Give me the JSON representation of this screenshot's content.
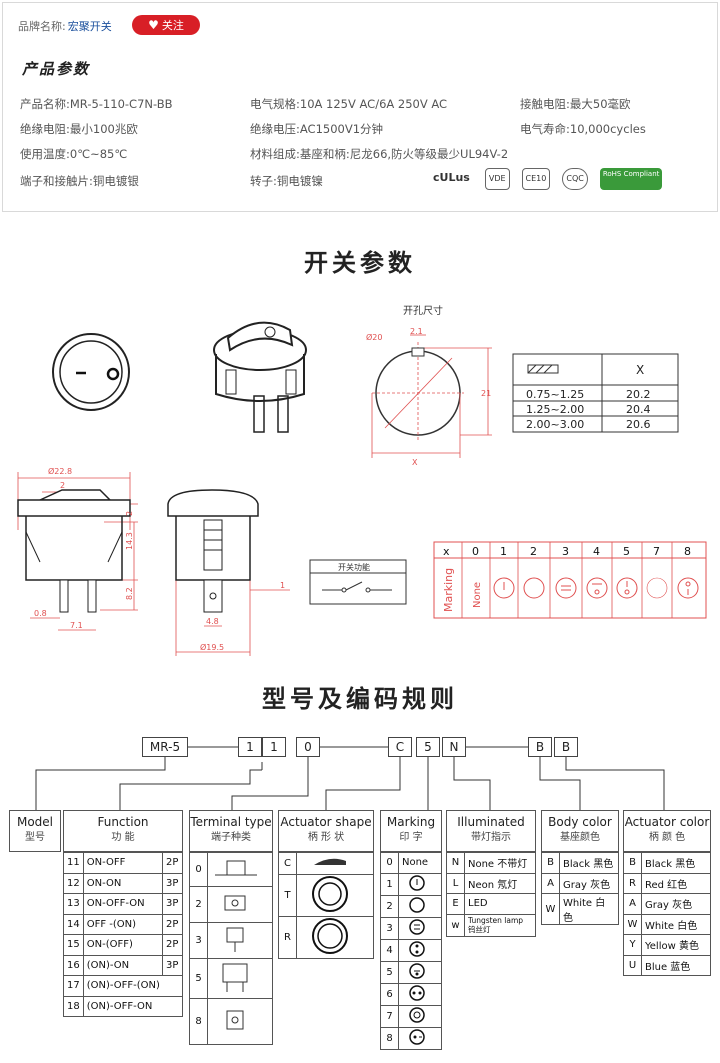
{
  "header": {
    "brand_label": "品牌名称:",
    "brand_value": "宏聚开关",
    "follow_label": "关注"
  },
  "params_title": "产品参数",
  "params": [
    [
      "产品名称:MR-5-110-C7N-BB",
      "电气规格:10A  125V  AC/6A 250V  AC",
      "接触电阻:最大50毫欧"
    ],
    [
      "绝缘电阻:最小100兆欧",
      "绝缘电压:AC1500V1分钟",
      "电气寿命:10,000cycles"
    ],
    [
      "使用温度:0℃~85℃",
      "材料组成:基座和柄:尼龙66,防火等级最少UL94V-2",
      ""
    ],
    [
      "端子和接触片:铜电镀银",
      "转子:铜电镀镍",
      ""
    ]
  ],
  "certs": [
    "cULus",
    "VDE",
    "CE10",
    "CQC",
    "RoHS Compliant"
  ],
  "switch_title": "开关参数",
  "drawing": {
    "hole_label": "开孔尺寸",
    "dim_d20": "Ø20",
    "dim_21": "2.1",
    "dim_21v": "21",
    "dim_x": "X",
    "x_table_header": "X",
    "x_table_rows": [
      [
        "0.75~1.25",
        "20.2"
      ],
      [
        "1.25~2.00",
        "20.4"
      ],
      [
        "2.00~3.00",
        "20.6"
      ]
    ],
    "dim_228": "Ø22.8",
    "dim_2": "2",
    "dim_143": "14.3",
    "dim_2v": "2",
    "dim_82": "8.2",
    "dim_08": "0.8",
    "dim_71": "7.1",
    "dim_48": "4.8",
    "dim_195": "Ø19.5",
    "dim_1": "1",
    "function_label": "开关功能",
    "marking_header": [
      "x",
      "0",
      "1",
      "2",
      "3",
      "4",
      "5",
      "7",
      "8"
    ],
    "marking_label": "Marking",
    "marking_none": "None"
  },
  "code_title": "型号及编码规则",
  "code_boxes": [
    "MR-5",
    "1",
    "1",
    "0",
    "C",
    "5",
    "N",
    "B",
    "B"
  ],
  "columns": {
    "model": {
      "en": "Model",
      "zh": "型号"
    },
    "function": {
      "en": "Function",
      "zh": "功  能",
      "rows": [
        [
          "11",
          "ON-OFF",
          "2P"
        ],
        [
          "12",
          "ON-ON",
          "3P"
        ],
        [
          "13",
          "ON-OFF-ON",
          "3P"
        ],
        [
          "14",
          "OFF -(ON)",
          "2P"
        ],
        [
          "15",
          "ON-(OFF)",
          "2P"
        ],
        [
          "16",
          "(ON)-ON",
          "3P"
        ],
        [
          "17",
          "(ON)-OFF-(ON)",
          ""
        ],
        [
          "18",
          "(ON)-OFF-ON",
          ""
        ]
      ]
    },
    "terminal": {
      "en": "Terminal type",
      "zh": "端子种类",
      "rows": [
        "0",
        "2",
        "3",
        "5",
        "8"
      ]
    },
    "actuator": {
      "en": "Actuator shape",
      "zh": "柄 形 状",
      "rows": [
        "C",
        "T",
        "R"
      ]
    },
    "marking": {
      "en": "Marking",
      "zh": "印  字",
      "rows": [
        [
          "0",
          "None"
        ],
        [
          "1",
          ""
        ],
        [
          "2",
          ""
        ],
        [
          "3",
          ""
        ],
        [
          "4",
          ""
        ],
        [
          "5",
          ""
        ],
        [
          "6",
          ""
        ],
        [
          "7",
          ""
        ],
        [
          "8",
          ""
        ]
      ]
    },
    "illuminated": {
      "en": "Illuminated",
      "zh": "带灯指示",
      "rows": [
        [
          "N",
          "None  不带灯"
        ],
        [
          "L",
          "Neon   氖灯"
        ],
        [
          "E",
          "LED"
        ],
        [
          "w",
          "Tungsten lamp 钨丝灯"
        ]
      ]
    },
    "body": {
      "en": "Body color",
      "zh": "基座颜色",
      "rows": [
        [
          "B",
          "Black 黑色"
        ],
        [
          "A",
          "Gray 灰色"
        ],
        [
          "W",
          "White 白色"
        ]
      ]
    },
    "actuator_color": {
      "en": "Actuator color",
      "zh": "柄 颜 色",
      "rows": [
        [
          "B",
          "Black 黑色"
        ],
        [
          "R",
          "Red   红色"
        ],
        [
          "A",
          "Gray 灰色"
        ],
        [
          "W",
          "White 白色"
        ],
        [
          "Y",
          "Yellow 黄色"
        ],
        [
          "U",
          "Blue  蓝色"
        ]
      ]
    }
  }
}
